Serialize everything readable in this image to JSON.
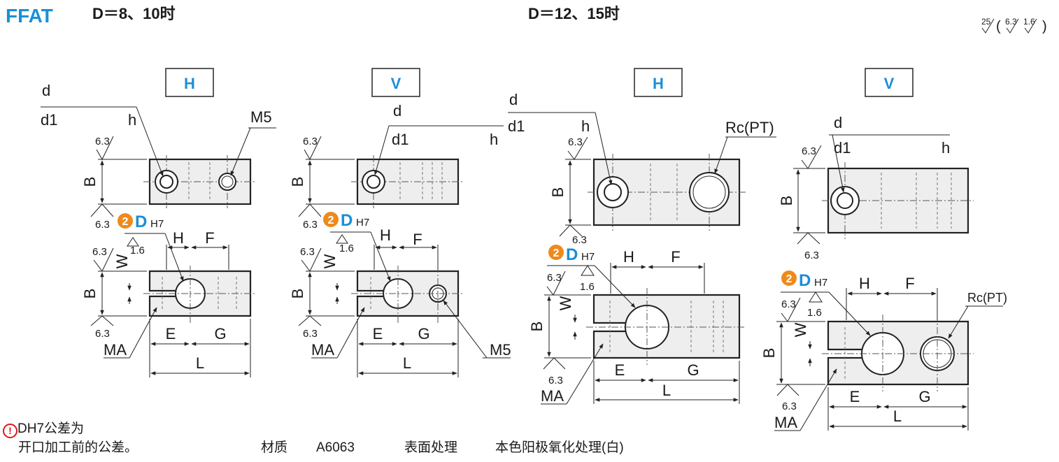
{
  "header": {
    "code": "FFAT",
    "group_small": "D＝8、10时",
    "group_large": "D＝12、15时",
    "roughness": {
      "main": "25",
      "sub1": "6.3",
      "sub2": "1.6"
    }
  },
  "views": {
    "horizontal": "H",
    "vertical": "V"
  },
  "labels": {
    "d": "d",
    "d1": "d1",
    "h": "h",
    "B": "B",
    "W": "W",
    "H": "H",
    "F": "F",
    "E": "E",
    "G": "G",
    "L": "L",
    "M5": "M5",
    "MA": "MA",
    "Rc": "Rc(PT)",
    "D": "D",
    "H7": "H7",
    "circle_num": "2",
    "r63": "6.3",
    "r16": "1.6"
  },
  "footer": {
    "tolerance_mark": "!",
    "tolerance_line1": "DH7公差为",
    "tolerance_line2": "开口加工前的公差。",
    "material_label": "材质",
    "material_value": "A6063",
    "surface_label": "表面处理",
    "surface_value": "本色阳极氧化处理(白)"
  },
  "colors": {
    "accent_blue": "#1a8fd8",
    "accent_orange": "#ee8a1c",
    "part_fill": "#eeeeee"
  }
}
